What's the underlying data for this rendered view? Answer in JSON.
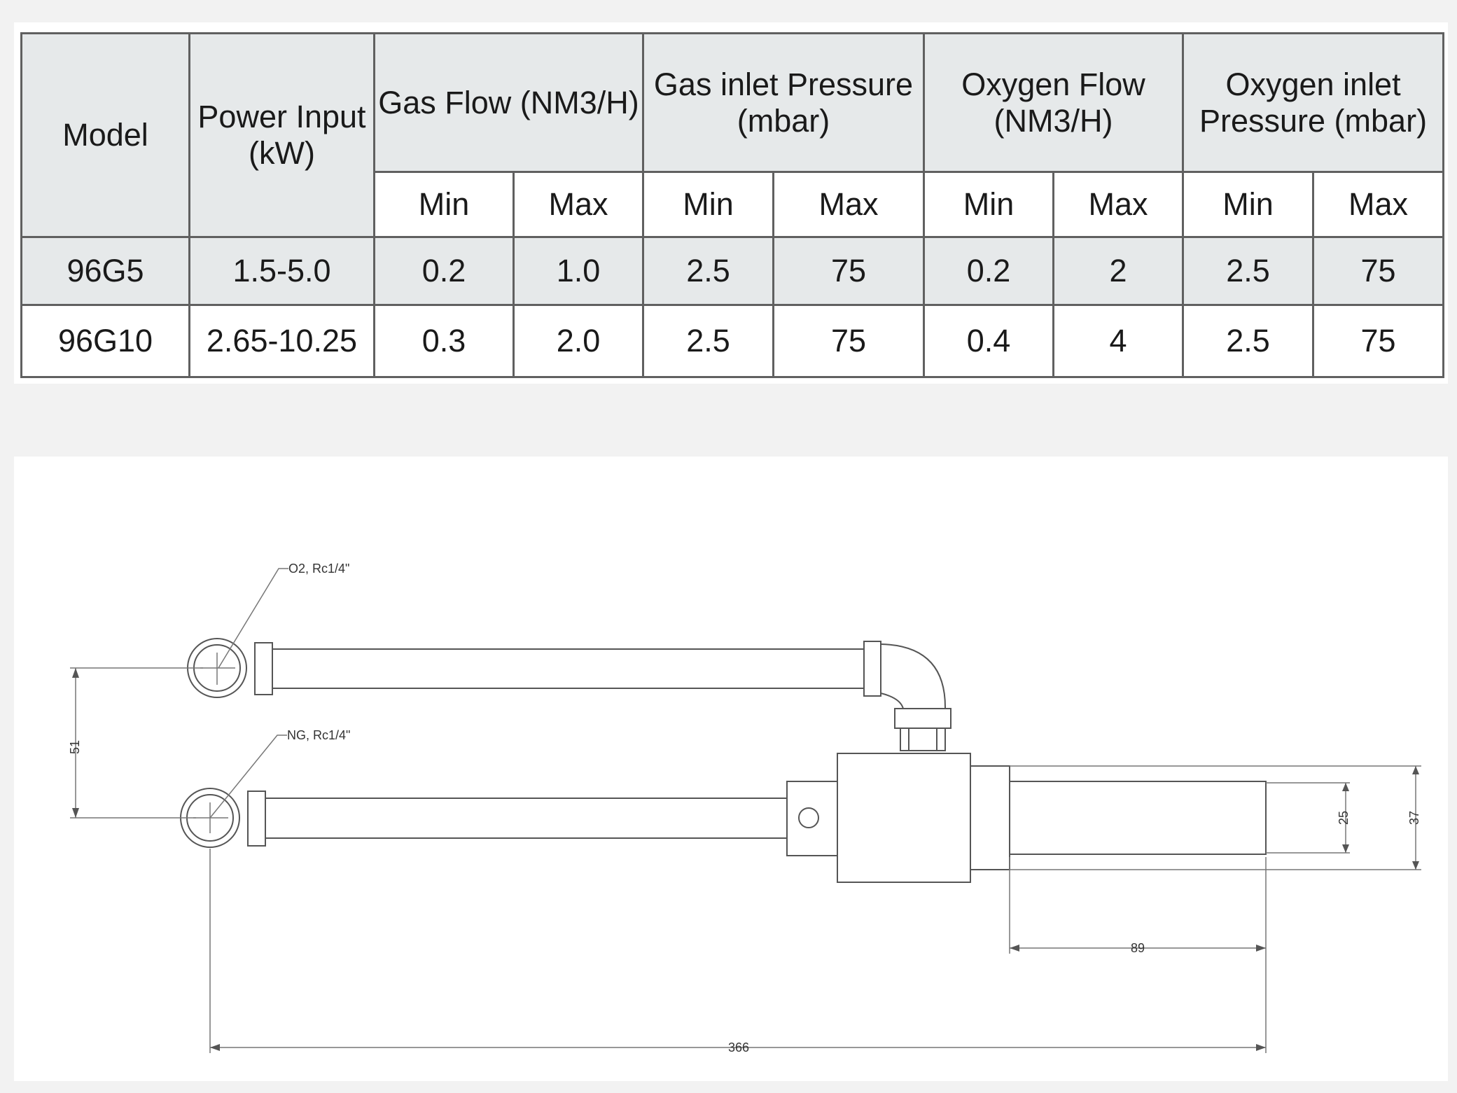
{
  "table": {
    "header": {
      "model": "Model",
      "power_input": "Power Input (kW)",
      "gas_flow": "Gas Flow (NM3/H)",
      "gas_inlet_pressure": "Gas inlet Pressure (mbar)",
      "oxygen_flow": "Oxygen Flow (NM3/H)",
      "oxygen_inlet_pressure": "Oxygen inlet Pressure (mbar)",
      "min": "Min",
      "max": "Max"
    },
    "rows": [
      {
        "model": "96G5",
        "power_input": "1.5-5.0",
        "gas_flow_min": "0.2",
        "gas_flow_max": "1.0",
        "gas_pressure_min": "2.5",
        "gas_pressure_max": "75",
        "oxygen_flow_min": "0.2",
        "oxygen_flow_max": "2",
        "oxygen_pressure_min": "2.5",
        "oxygen_pressure_max": "75"
      },
      {
        "model": "96G10",
        "power_input": "2.65-10.25",
        "gas_flow_min": "0.3",
        "gas_flow_max": "2.0",
        "gas_pressure_min": "2.5",
        "gas_pressure_max": "75",
        "oxygen_flow_min": "0.4",
        "oxygen_flow_max": "4",
        "oxygen_pressure_min": "2.5",
        "oxygen_pressure_max": "75"
      }
    ]
  },
  "drawing": {
    "callouts": {
      "o2_port": "O2, Rc1/4\"",
      "ng_port": "NG, Rc1/4\""
    },
    "dimensions": {
      "port_spacing": "51",
      "nozzle_diameter": "25",
      "body_diameter": "37",
      "nozzle_length": "89",
      "overall_length": "366"
    }
  }
}
